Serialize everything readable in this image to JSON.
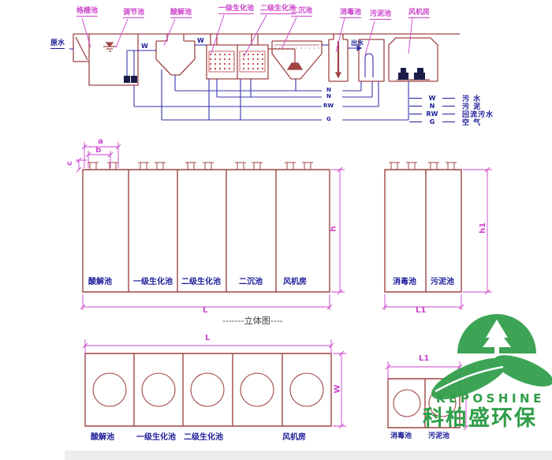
{
  "colors": {
    "line_red": "#a04444",
    "magenta": "#cc44cc",
    "pipe_blue": "#3535ad",
    "text_navy": "#1c1c99",
    "logo_green": "#2f9e49"
  },
  "flow": {
    "raw_water_label": "原水",
    "tank_labels": {
      "grid": "格栅池",
      "equalization": "调节池",
      "acid": "酸解池",
      "bio1": "一级生化池",
      "bio2": "二级生化池",
      "clarifier": "二沉池",
      "disinfection": "消毒池",
      "sludge": "污泥池",
      "fan_room": "风机房"
    },
    "pipe_labels": {
      "w1": "W",
      "w2": "W",
      "outflow": "出水",
      "n1": "N",
      "n2": "N",
      "rw": "RW",
      "g": "G"
    },
    "legend": {
      "rows": [
        {
          "code": "W",
          "name": "污 水"
        },
        {
          "code": "N",
          "name": "污 泥"
        },
        {
          "code": "RW",
          "name": "回流污水"
        },
        {
          "code": "G",
          "name": "空 气"
        }
      ]
    }
  },
  "elevation": {
    "dims": {
      "a": "a",
      "b": "b",
      "c": "c",
      "h": "h",
      "h1": "h1",
      "L": "L",
      "L1": "L1"
    },
    "main_cells": [
      "酸解池",
      "一级生化池",
      "二级生化池",
      "二沉池",
      "风机房"
    ],
    "right_cells": [
      "消毒池",
      "污泥池"
    ]
  },
  "plan": {
    "title": "-------立体图----",
    "dims": {
      "L": "L",
      "W": "W",
      "L1": "L1"
    },
    "main_cells": [
      "酸解池",
      "一级生化池",
      "二级生化池",
      "风机房"
    ],
    "right_cells": [
      "消毒池",
      "污泥池"
    ]
  },
  "watermark": {
    "brand": "KEPOSHINE",
    "company": "科柏盛环保"
  }
}
